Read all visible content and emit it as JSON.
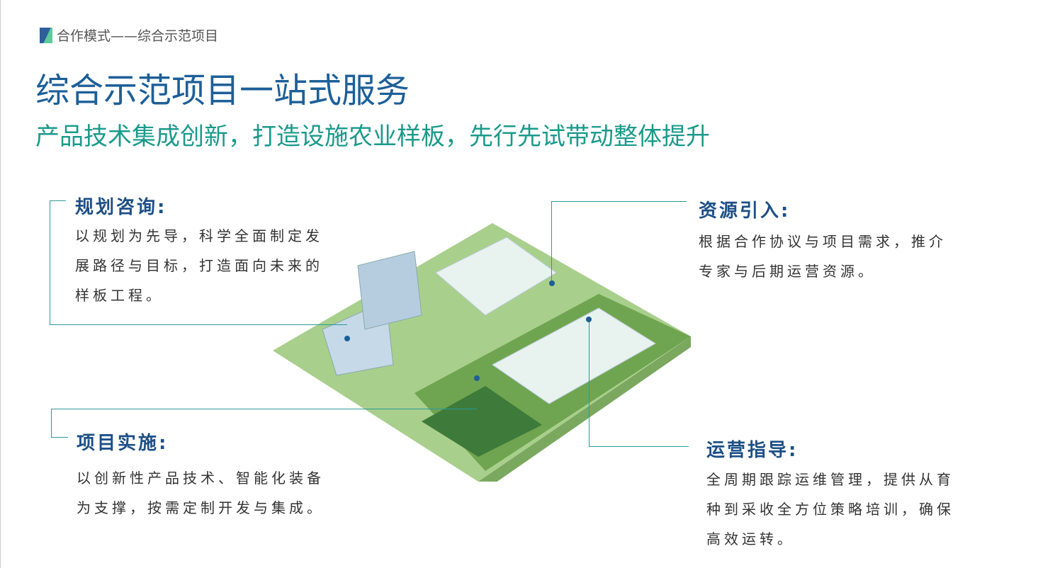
{
  "breadcrumb": "合作模式——综合示范项目",
  "title": "综合示范项目一站式服务",
  "subtitle": "产品技术集成创新，打造设施农业样板，先行先试带动整体提升",
  "sections": [
    {
      "heading": "规划咨询:",
      "text": "以规划为先导，科学全面制定发展路径与目标，打造面向未来的样板工程。"
    },
    {
      "heading": "项目实施:",
      "text": "以创新性产品技术、智能化装备为支撑，按需定制开发与集成。"
    },
    {
      "heading": "资源引入:",
      "text": "根据合作协议与项目需求，推介专家与后期运营资源。"
    },
    {
      "heading": "运营指导:",
      "text": "全周期跟踪运维管理，提供从育种到采收全方位策略培训，确保高效运转。"
    }
  ]
}
